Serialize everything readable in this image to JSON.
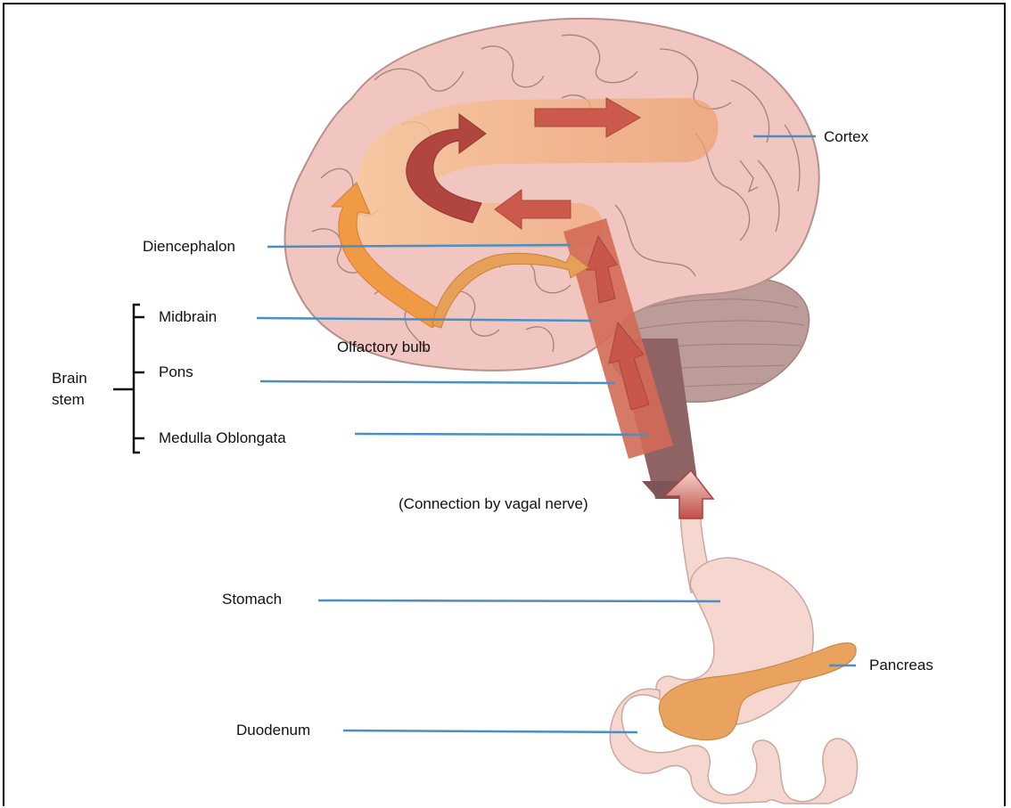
{
  "labels": {
    "cortex": "Cortex",
    "diencephalon": "Diencephalon",
    "midbrain": "Midbrain",
    "olfactory_bulb": "Olfactory bulb",
    "pons": "Pons",
    "brain_stem_line1": "Brain",
    "brain_stem_line2": "stem",
    "medulla": "Medulla Oblongata",
    "vagal": "(Connection by vagal nerve)",
    "stomach": "Stomach",
    "pancreas": "Pancreas",
    "duodenum": "Duodenum"
  },
  "colors": {
    "brain_fill": "#f1c6c0",
    "brain_stroke": "#b98f8c",
    "gyri": "#8c6f6d",
    "cerebellum": "#b79894",
    "brainstem": "#8f6264",
    "pathway_band": "#f2b07c",
    "pathway_arrow": "#d05a4a",
    "olfactory_arrow": "#f09a46",
    "gut_fill": "#f5d7cf",
    "gut_stroke": "#caa79f",
    "pancreas": "#e9a35e",
    "leader_line": "#4a8fc4"
  }
}
